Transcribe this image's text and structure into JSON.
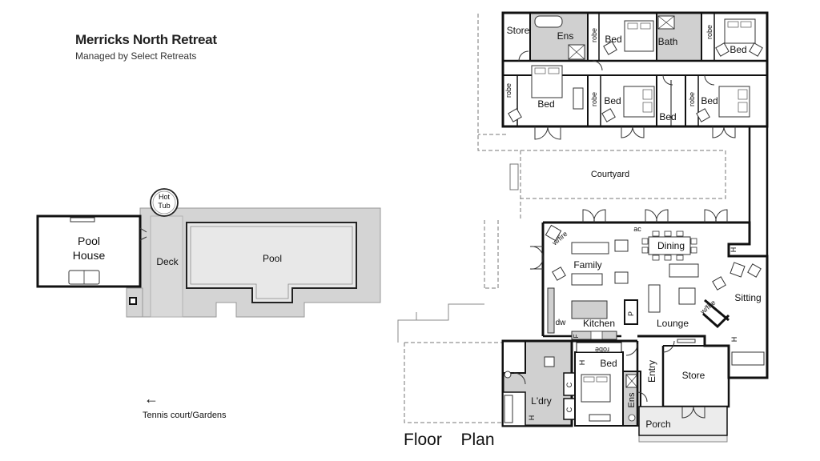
{
  "header": {
    "title": "Merricks North Retreat",
    "subtitle": "Managed by Select Retreats"
  },
  "footer": {
    "plan_label": "Floor  Plan",
    "arrow": "←",
    "tennis": "Tennis court/Gardens"
  },
  "rooms": {
    "hot_tub_1": "Hot",
    "hot_tub_2": "Tub",
    "pool_house_1": "Pool",
    "pool_house_2": "House",
    "deck": "Deck",
    "pool": "Pool",
    "store_top": "Store",
    "ens_top": "Ens",
    "robe_1": "robe",
    "bed_1": "Bed",
    "bath": "Bath",
    "robe_2": "robe",
    "bed_2": "Bed",
    "robe_3": "robe",
    "bed_3": "Bed",
    "robe_4": "robe",
    "bed_4": "Bed",
    "bed_5": "Bed",
    "robe_5": "robe",
    "bed_6": "Bed",
    "courtyard": "Courtyard",
    "ac": "ac",
    "wfire_1": "w/fire",
    "dining": "Dining",
    "family": "Family",
    "h_1": "H",
    "sitting": "Sitting",
    "wfire_2": "w/fire",
    "dw": "dw",
    "kitchen": "Kitchen",
    "f": "F",
    "p": "P",
    "lounge": "Lounge",
    "h_2": "H",
    "robe_6": "robe",
    "bed_7": "Bed",
    "h_3": "H",
    "entry": "Entry",
    "store_bottom": "Store",
    "c_1": "C",
    "c_2": "C",
    "ens_bottom": "Ens",
    "laundry": "L'dry",
    "h_4": "H",
    "porch": "Porch"
  }
}
